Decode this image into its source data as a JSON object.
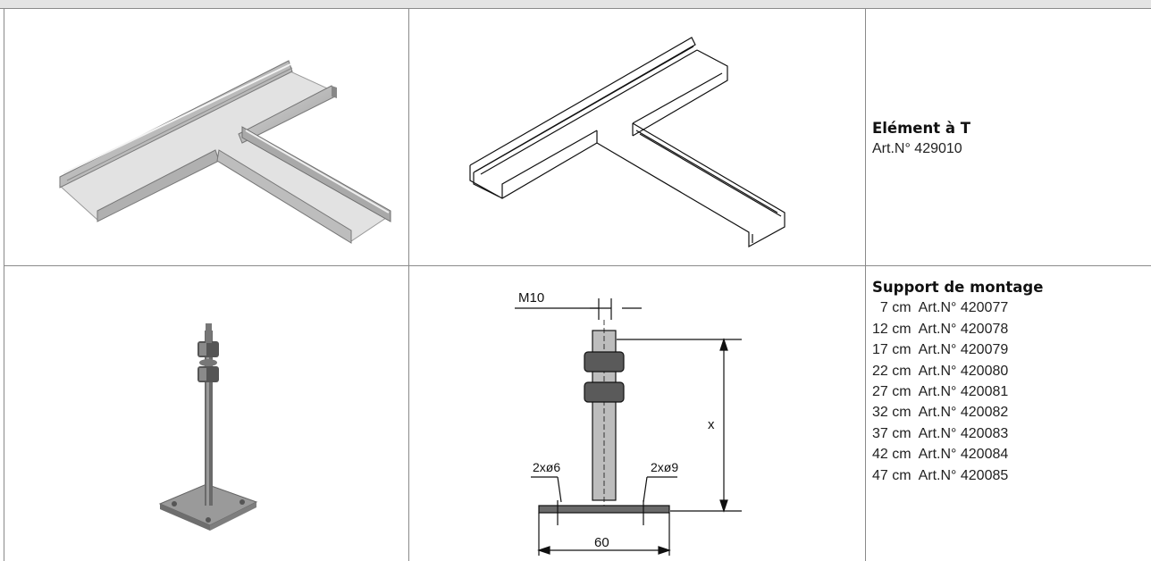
{
  "row1": {
    "title": "Elément à T",
    "article": "Art.N° 429010"
  },
  "row2": {
    "title": "Support de montage",
    "items": [
      "  7 cm  Art.N° 420077",
      "12 cm  Art.N° 420078",
      "17 cm  Art.N° 420079",
      "22 cm  Art.N° 420080",
      "27 cm  Art.N° 420081",
      "32 cm  Art.N° 420082",
      "37 cm  Art.N° 420083",
      "42 cm  Art.N° 420084",
      "47 cm  Art.N° 420085"
    ],
    "drawing": {
      "thread": "M10",
      "hole_left": "2xø6",
      "hole_right": "2xø9",
      "width": "60",
      "height": "x"
    }
  },
  "colors": {
    "grid": "#8a8a8a",
    "header": "#e4e4e4"
  }
}
